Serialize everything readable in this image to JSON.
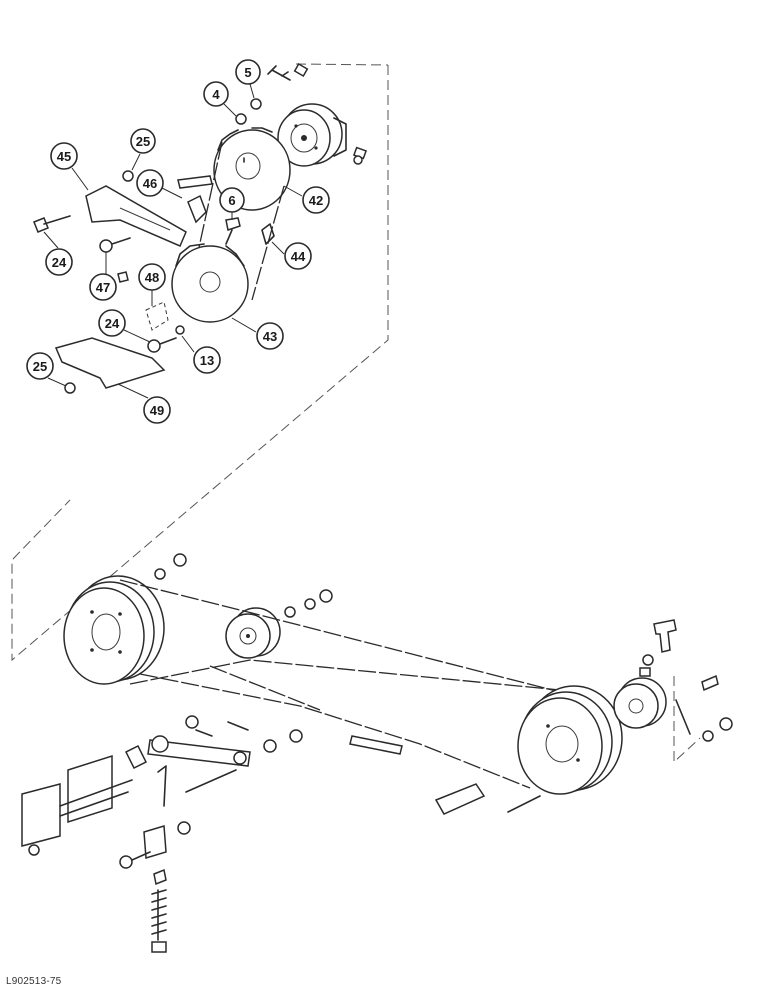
{
  "callouts": [
    {
      "id": "c4",
      "label": "4"
    },
    {
      "id": "c5",
      "label": "5"
    },
    {
      "id": "c25a",
      "label": "25"
    },
    {
      "id": "c45",
      "label": "45"
    },
    {
      "id": "c46",
      "label": "46"
    },
    {
      "id": "c6",
      "label": "6"
    },
    {
      "id": "c42",
      "label": "42"
    },
    {
      "id": "c44",
      "label": "44"
    },
    {
      "id": "c24a",
      "label": "24"
    },
    {
      "id": "c47",
      "label": "47"
    },
    {
      "id": "c48",
      "label": "48"
    },
    {
      "id": "c43",
      "label": "43"
    },
    {
      "id": "c24b",
      "label": "24"
    },
    {
      "id": "c13",
      "label": "13"
    },
    {
      "id": "c25b",
      "label": "25"
    },
    {
      "id": "c49",
      "label": "49"
    }
  ],
  "figure_id": "L902513-75"
}
